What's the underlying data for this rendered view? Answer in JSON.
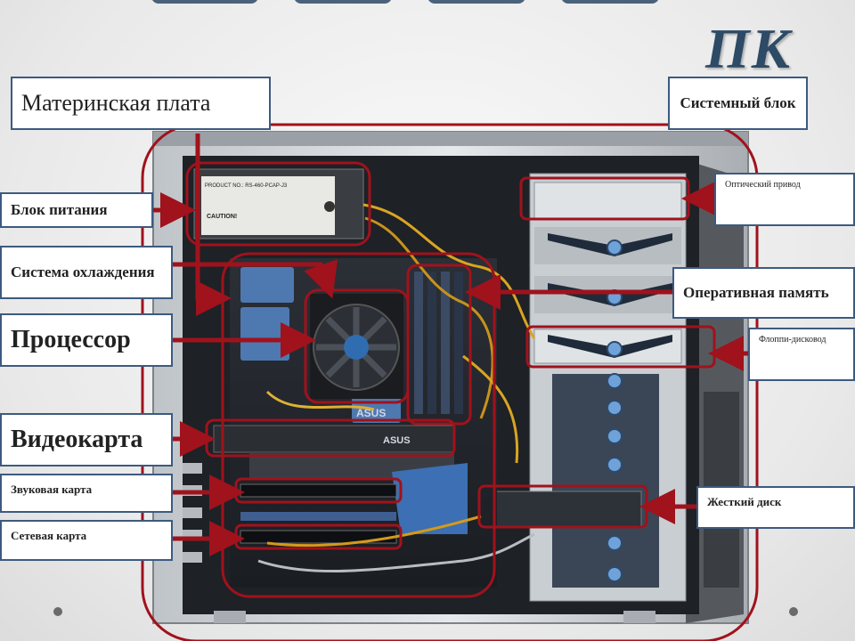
{
  "heading": "ПК",
  "labels": {
    "motherboard": "Материнская плата",
    "system_unit": "Системный блок",
    "power_supply": "Блок питания",
    "cooling": "Система охлаждения",
    "cpu": "Процессор",
    "gpu": "Видеокарта",
    "sound_card": "Звуковая карта",
    "network_card": "Сетевая карта",
    "optical_drive": "Оптический привод",
    "ram": "Оперативная память",
    "floppy": "Флоппи-дисковод",
    "hdd": "Жесткий диск"
  },
  "psu_sticker": {
    "model": "PRODUCT NO.: RS-460-PCAP-J3",
    "brand": "CAUTION!"
  },
  "gpu_brand": "ASUS",
  "board_brand": "ASUS",
  "colors": {
    "accent": "#a0121c",
    "label_border": "#3d5a80",
    "heading": "#2d4a66"
  }
}
